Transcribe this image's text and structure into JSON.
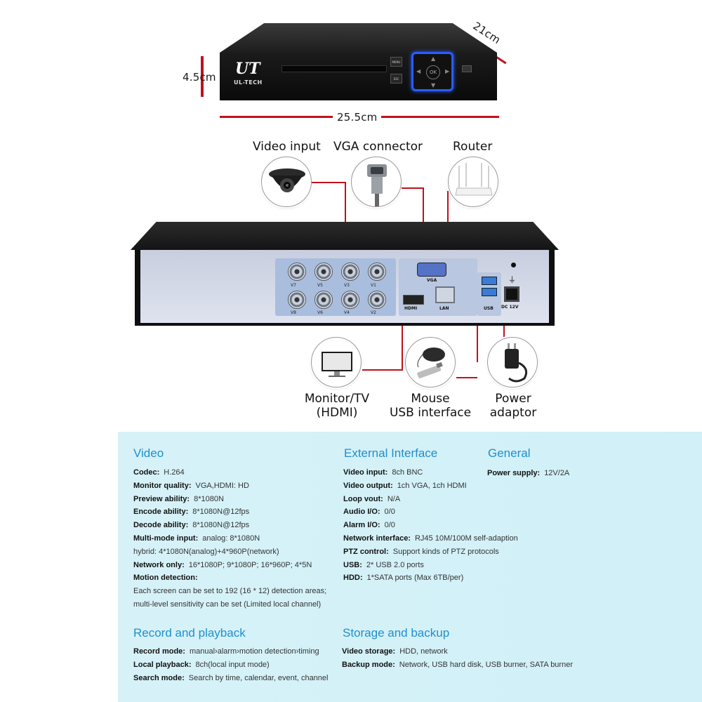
{
  "dimensions": {
    "height": "4.5cm",
    "width": "25.5cm",
    "depth": "21cm"
  },
  "brand": {
    "logo": "UT",
    "name": "UL-TECH"
  },
  "front_panel": {
    "menu_button": "MENU",
    "esc_button": "ESC",
    "ok_button": "OK"
  },
  "components": {
    "video_input": "Video input",
    "vga_connector": "VGA connector",
    "router": "Router",
    "monitor_line1": "Monitor/TV",
    "monitor_line2": "(HDMI)",
    "mouse_line1": "Mouse",
    "mouse_line2": "USB interface",
    "power_line1": "Power",
    "power_line2": "adaptor"
  },
  "rear_panel": {
    "bnc_top": [
      "V7",
      "V5",
      "V3",
      "V1"
    ],
    "bnc_bottom": [
      "V8",
      "V6",
      "V4",
      "V2"
    ],
    "vga_label": "VGA",
    "hdmi_label": "HDMI",
    "lan_label": "LAN",
    "usb_label": "USB",
    "dc_label": "DC 12V"
  },
  "specs": {
    "video": {
      "heading": "Video",
      "rows": [
        {
          "label": "Codec:",
          "value": "H.264"
        },
        {
          "label": "Monitor quality:",
          "value": "VGA,HDMI: HD"
        },
        {
          "label": "Preview ability:",
          "value": "8*1080N"
        },
        {
          "label": "Encode ability:",
          "value": "8*1080N@12fps"
        },
        {
          "label": "Decode ability:",
          "value": "8*1080N@12fps"
        },
        {
          "label": "Multi-mode input:",
          "value": "analog: 8*1080N"
        },
        {
          "label": "",
          "value": "hybrid: 4*1080N(analog)+4*960P(network)"
        },
        {
          "label": "Network only:",
          "value": "16*1080P; 9*1080P; 16*960P; 4*5N"
        },
        {
          "label": "Motion detection:",
          "value": ""
        },
        {
          "label": "",
          "value": "Each screen can be set to 192 (16 * 12) detection areas;"
        },
        {
          "label": "",
          "value": "multi-level sensitivity can be set (Limited local channel)"
        }
      ]
    },
    "external": {
      "heading": "External Interface",
      "rows": [
        {
          "label": "Video input:",
          "value": "8ch BNC"
        },
        {
          "label": "Video output:",
          "value": "1ch VGA, 1ch HDMI"
        },
        {
          "label": "Loop vout:",
          "value": "N/A"
        },
        {
          "label": "Audio I/O:",
          "value": "0/0"
        },
        {
          "label": "Alarm I/O:",
          "value": "0/0"
        },
        {
          "label": "Network interface:",
          "value": "RJ45 10M/100M self-adaption"
        },
        {
          "label": "PTZ control:",
          "value": "Support kinds of PTZ protocols"
        },
        {
          "label": "USB:",
          "value": "2* USB 2.0 ports"
        },
        {
          "label": "HDD:",
          "value": "1*SATA ports (Max 6TB/per)"
        }
      ]
    },
    "general": {
      "heading": "General",
      "rows": [
        {
          "label": "Power supply:",
          "value": "12V/2A"
        }
      ]
    },
    "record": {
      "heading": "Record and playback",
      "rows": [
        {
          "label": "Record mode:",
          "value": "manual›alarm›motion detection›timing"
        },
        {
          "label": "Local playback:",
          "value": "8ch(local input mode)"
        },
        {
          "label": "Search mode:",
          "value": "Search by time, calendar, event, channel"
        }
      ]
    },
    "storage": {
      "heading": "Storage and backup",
      "rows": [
        {
          "label": "Video storage:",
          "value": "HDD, network"
        },
        {
          "label": "Backup mode:",
          "value": "Network, USB hard disk, USB burner, SATA burner"
        }
      ]
    }
  }
}
